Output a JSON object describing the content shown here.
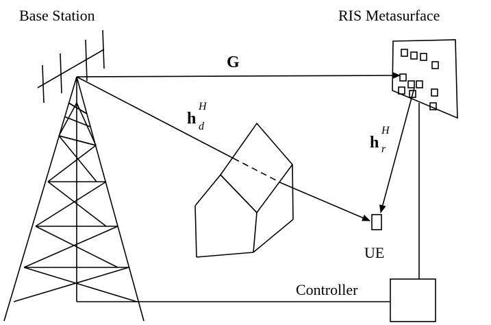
{
  "labels": {
    "base_station": "Base Station",
    "ris": "RIS Metasurface",
    "ue": "UE",
    "controller": "Controller"
  },
  "channels": {
    "g": "G",
    "hd_base": "h",
    "hd_sup": "H",
    "hd_sub": "d",
    "hr_base": "h",
    "hr_sup": "H",
    "hr_sub": "r"
  }
}
